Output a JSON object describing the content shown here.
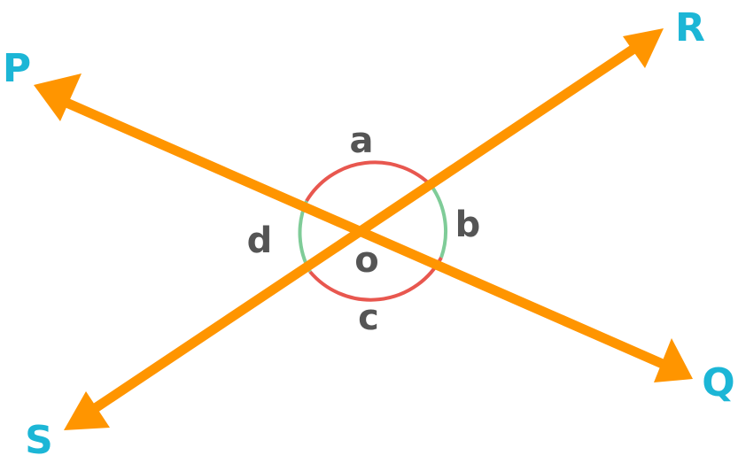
{
  "colors": {
    "background": "#ffffff",
    "line": "#ff9500",
    "arc_opposite_top_bottom": "#e8574f",
    "arc_opposite_left_right": "#7fcc98",
    "point_label": "#1cb6d6",
    "angle_label": "#555555"
  },
  "points": {
    "P": "P",
    "Q": "Q",
    "R": "R",
    "S": "S"
  },
  "center": "o",
  "angles": {
    "a": "a",
    "b": "b",
    "c": "c",
    "d": "d"
  }
}
